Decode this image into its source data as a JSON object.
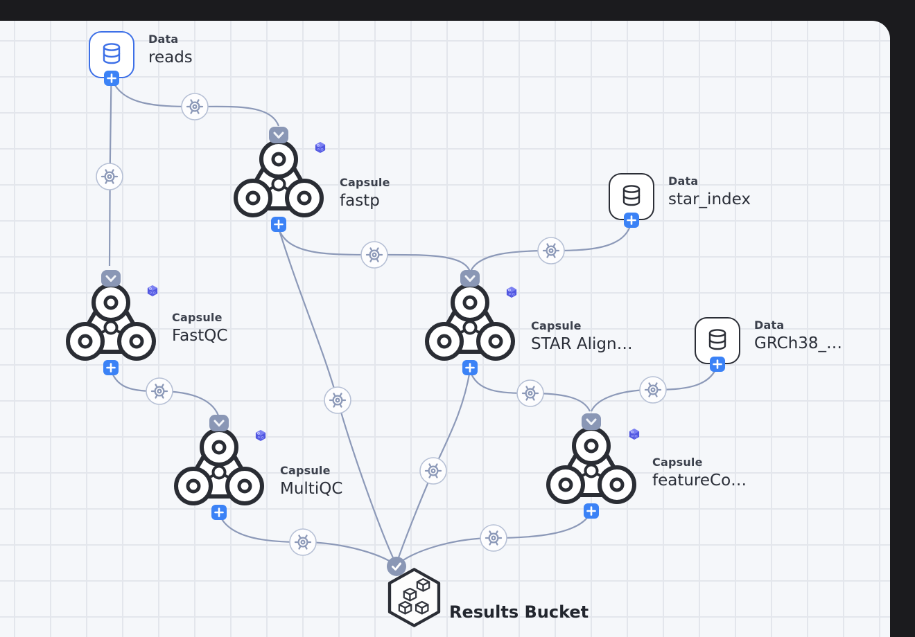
{
  "colors": {
    "frame_background": "#1b1b1e",
    "canvas_background": "#f5f7fa",
    "grid_line": "#e3e6ec",
    "edge": "#8c99b8",
    "node_outline": "#2b2e36",
    "selected_node_outline": "#3c6fe7",
    "port_blue": "#3b82f6",
    "port_gray": "#8a97b5",
    "environment_badge": "#5157e0"
  },
  "icons": {
    "data_node": "database-icon",
    "capsule_node": "capsule-icon",
    "bucket_node": "cubes-hexagon-icon",
    "edge_settings": "gear-icon",
    "input_port": "chevron-down-icon",
    "output_port": "plus-icon",
    "bucket_input": "check-icon",
    "environment": "cube-badge-icon"
  },
  "nodes": [
    {
      "kind": "data",
      "type_label": "Data",
      "name": "reads",
      "selected": true
    },
    {
      "kind": "capsule",
      "type_label": "Capsule",
      "name": "fastp",
      "selected": false
    },
    {
      "kind": "data",
      "type_label": "Data",
      "name": "star_index",
      "selected": false
    },
    {
      "kind": "capsule",
      "type_label": "Capsule",
      "name": "FastQC",
      "selected": false
    },
    {
      "kind": "capsule",
      "type_label": "Capsule",
      "name": "STAR Align…",
      "selected": false
    },
    {
      "kind": "data",
      "type_label": "Data",
      "name": "GRCh38_…",
      "selected": false
    },
    {
      "kind": "capsule",
      "type_label": "Capsule",
      "name": "MultiQC",
      "selected": false
    },
    {
      "kind": "capsule",
      "type_label": "Capsule",
      "name": "featureCo…",
      "selected": false
    },
    {
      "kind": "bucket",
      "type_label": "",
      "name": "Results Bucket",
      "selected": false
    }
  ]
}
